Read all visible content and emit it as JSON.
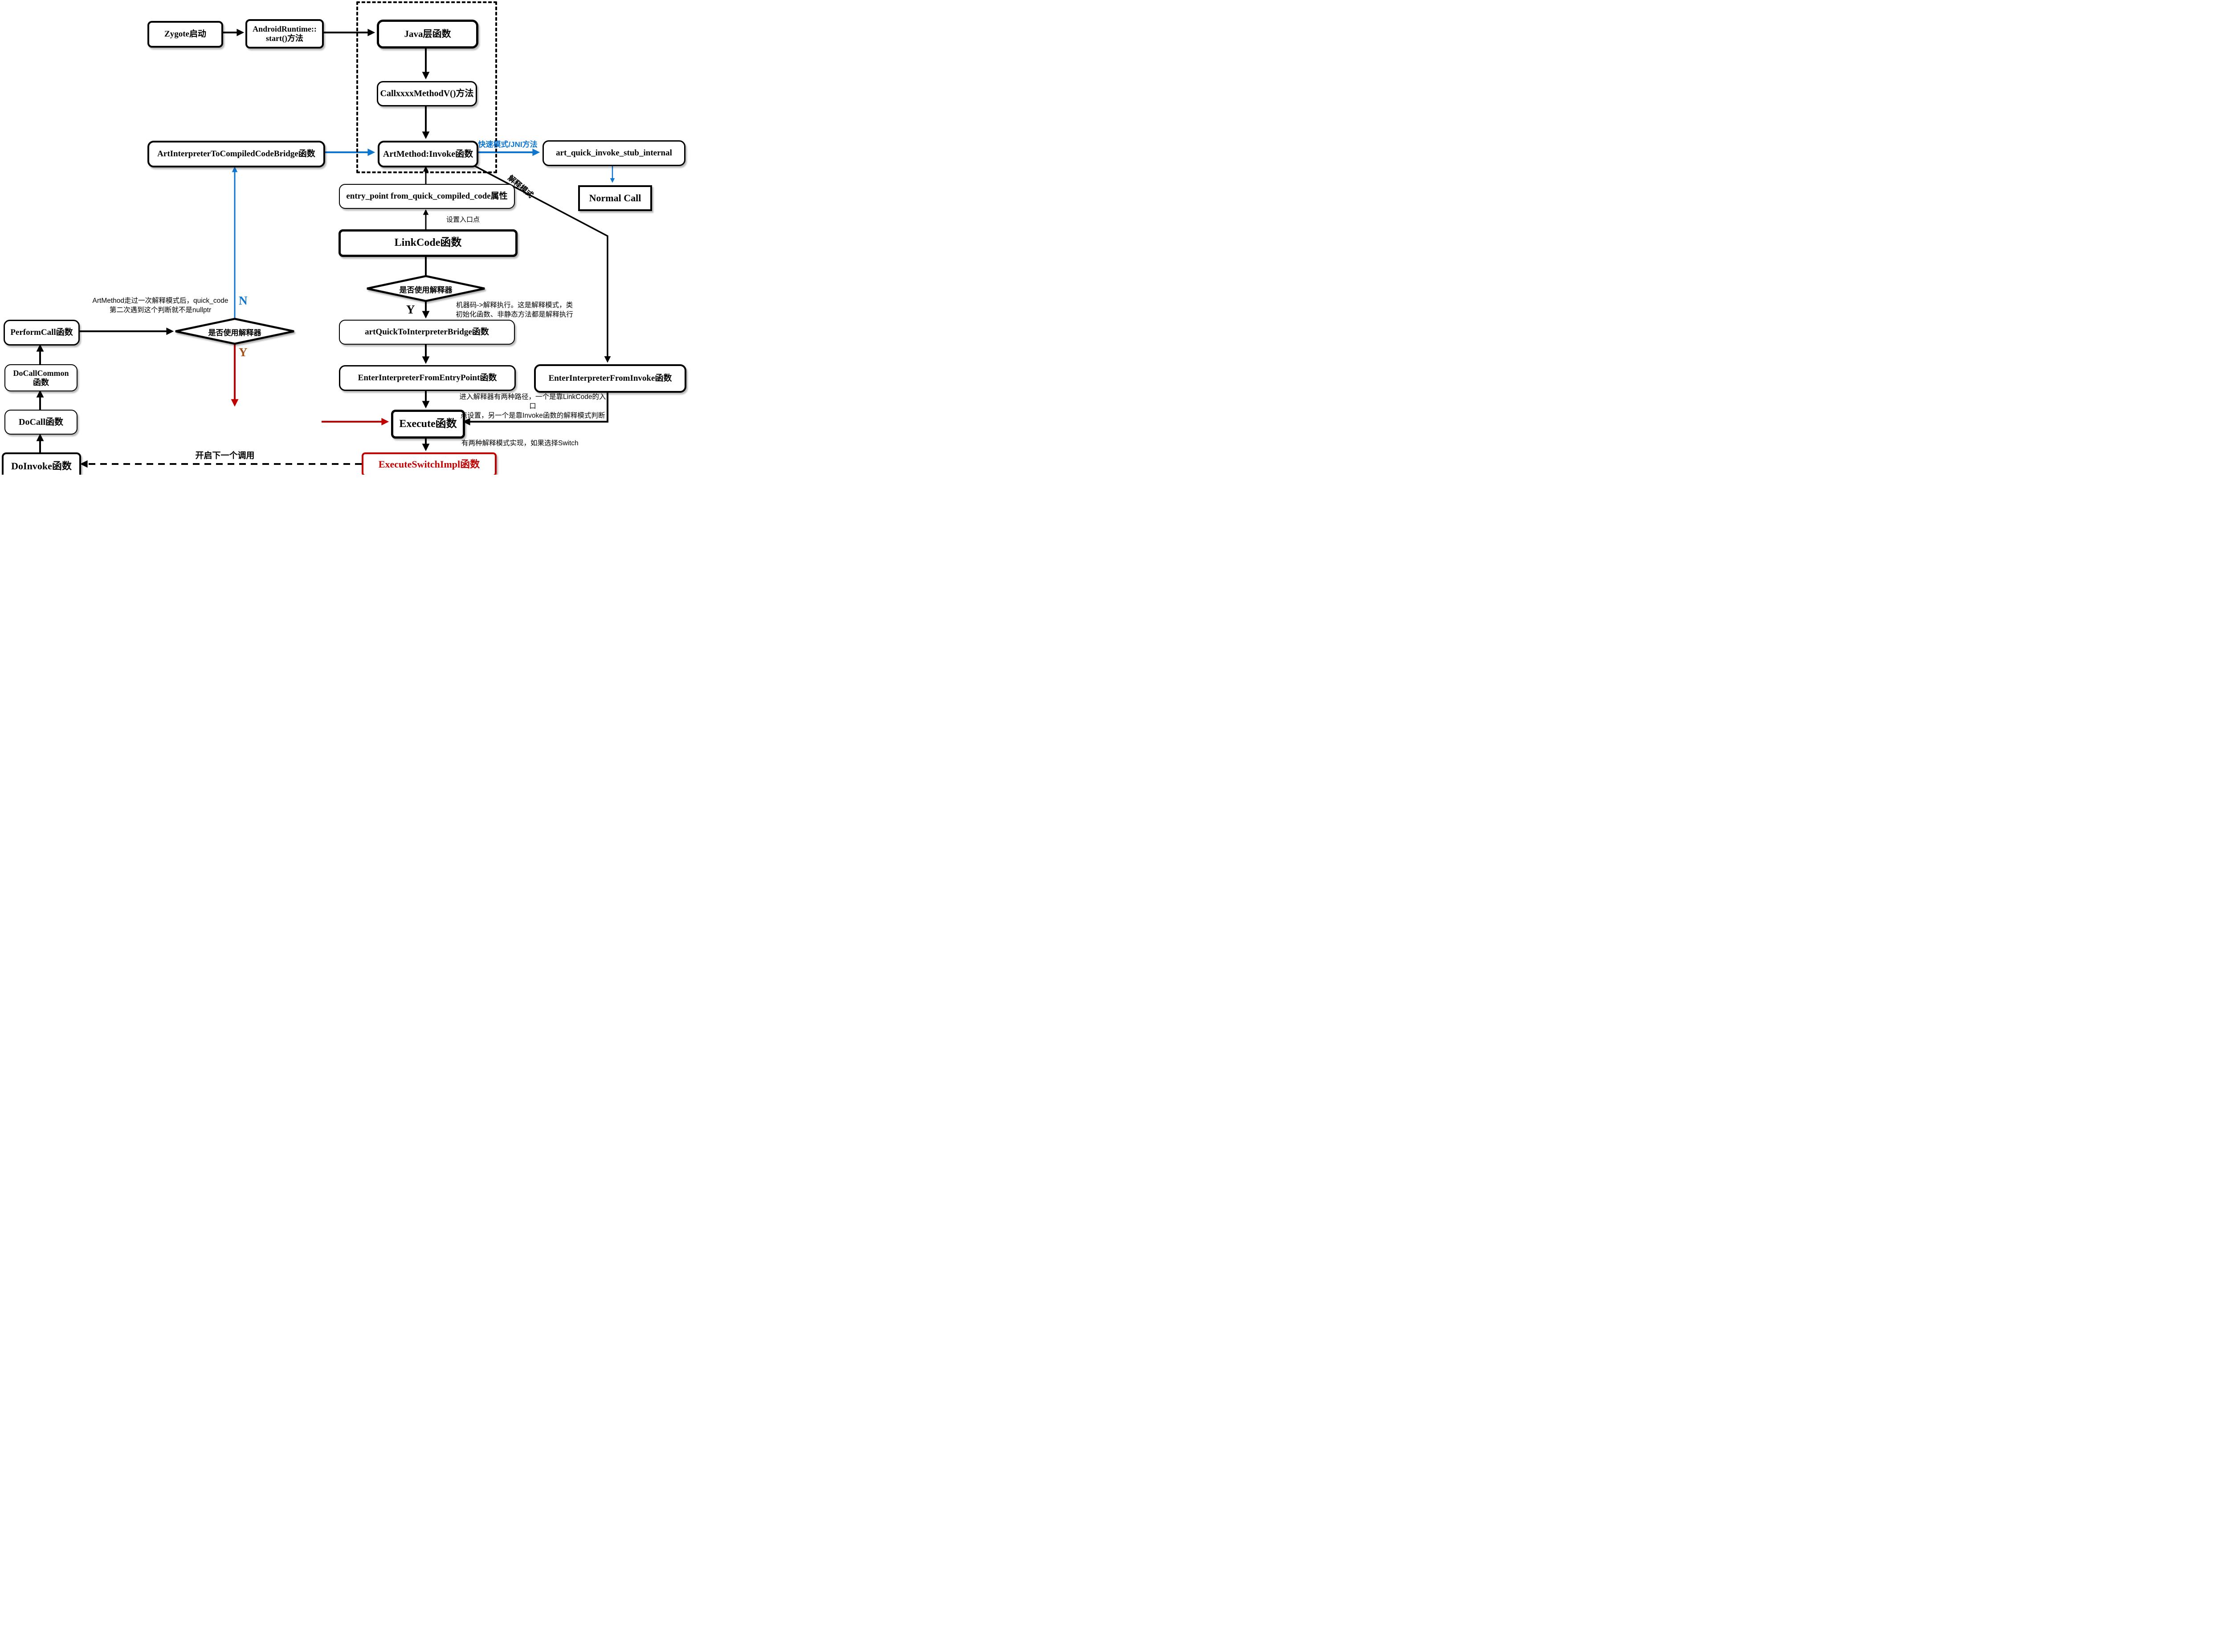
{
  "diagram": {
    "nodes": {
      "zygote": {
        "label": "Zygote启动"
      },
      "android_runtime_start": {
        "label": "AndroidRuntime::\nstart()方法"
      },
      "java_layer": {
        "label": "Java层函数"
      },
      "call_xxxx_methodv": {
        "label": "CallxxxxMethodV()方法"
      },
      "art_method_invoke": {
        "label": "ArtMethod:Invoke函数"
      },
      "art_quick_invoke_stub_internal": {
        "label": "art_quick_invoke_stub_internal"
      },
      "normal_call": {
        "label": "Normal Call"
      },
      "art_interpreter_to_compiled_code_bridge": {
        "label": "ArtInterpreterToCompiledCodeBridge函数"
      },
      "entry_point_from_quick_compiled_code": {
        "label": "entry_point from_quick_compiled_code属性"
      },
      "link_code": {
        "label": "LinkCode函数"
      },
      "use_interpreter_right": {
        "label": "是否使用解释器"
      },
      "art_quick_to_interpreter_bridge": {
        "label": "artQuickToInterpreterBridge函数"
      },
      "enter_interpreter_from_entry_point": {
        "label": "EnterInterpreterFromEntryPoint函数"
      },
      "enter_interpreter_from_invoke": {
        "label": "EnterInterpreterFromInvoke函数"
      },
      "execute": {
        "label": "Execute函数"
      },
      "execute_switch_impl": {
        "label": "ExecuteSwitchImpl函数"
      },
      "perform_call": {
        "label": "PerformCall函数"
      },
      "do_call_common": {
        "label": "DoCallCommon\n函数"
      },
      "do_call": {
        "label": "DoCall函数"
      },
      "do_invoke": {
        "label": "DoInvoke函数"
      },
      "use_interpreter_left": {
        "label": "是否使用解释器"
      }
    },
    "edge_labels": {
      "fast_mode_jni": "快速模式/JNI方法",
      "interpret_mode": "解释模式",
      "set_entry_point": "设置入口点",
      "yes_right": "Y",
      "no_left": "N",
      "yes_left": "Y",
      "next_call": "开启下一个调用"
    },
    "notes": {
      "machine_code": "机器码->解释执行。这是解释模式，类\n初始化函数、非静态方法都是解释执行",
      "art_method_quick_code": "ArtMethod走过一次解释模式后，quick_code\n第二次遇到这个判断就不是nullptr",
      "two_paths": "进入解释器有两种路径，一个是靠LinkCode的入口\n点设置，另一个是靠Invoke函数的解释模式判断",
      "two_impls": "有两种解释模式实现，如果选择Switch"
    },
    "colors": {
      "accent_blue": "#0e76d1",
      "accent_red": "#c00000",
      "yes_brown": "#a5541c",
      "line_black": "#000000"
    }
  }
}
